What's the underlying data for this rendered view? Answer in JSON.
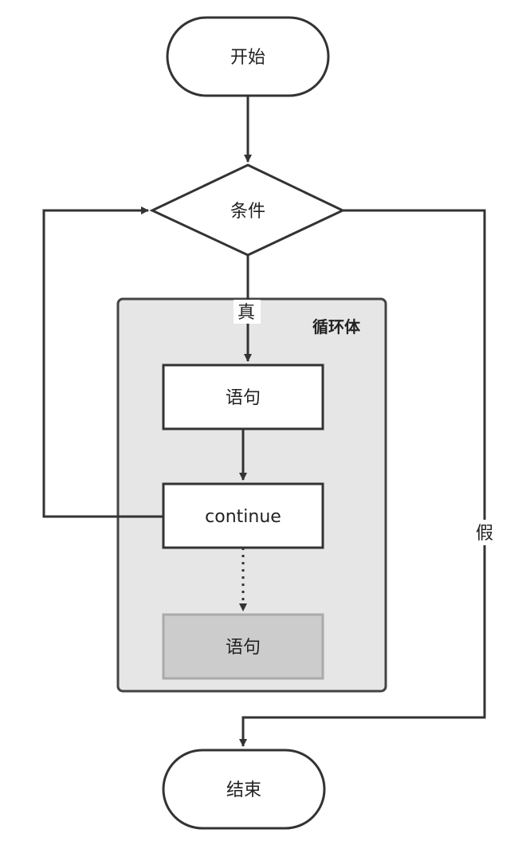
{
  "nodes": {
    "start": {
      "label": "开始"
    },
    "condition": {
      "label": "条件"
    },
    "loop_body": {
      "label": "循环体"
    },
    "statement_1": {
      "label": "语句"
    },
    "continue": {
      "label": "continue"
    },
    "statement_2": {
      "label": "语句"
    },
    "end": {
      "label": "结束"
    }
  },
  "edges": {
    "true_label": "真",
    "false_label": "假"
  },
  "colors": {
    "stroke": "#333333",
    "loop_body_fill": "#e6e6e6",
    "loop_body_stroke": "#444444",
    "skipped_statement_fill": "#cccccc",
    "skipped_statement_stroke": "#aaaaaa"
  }
}
